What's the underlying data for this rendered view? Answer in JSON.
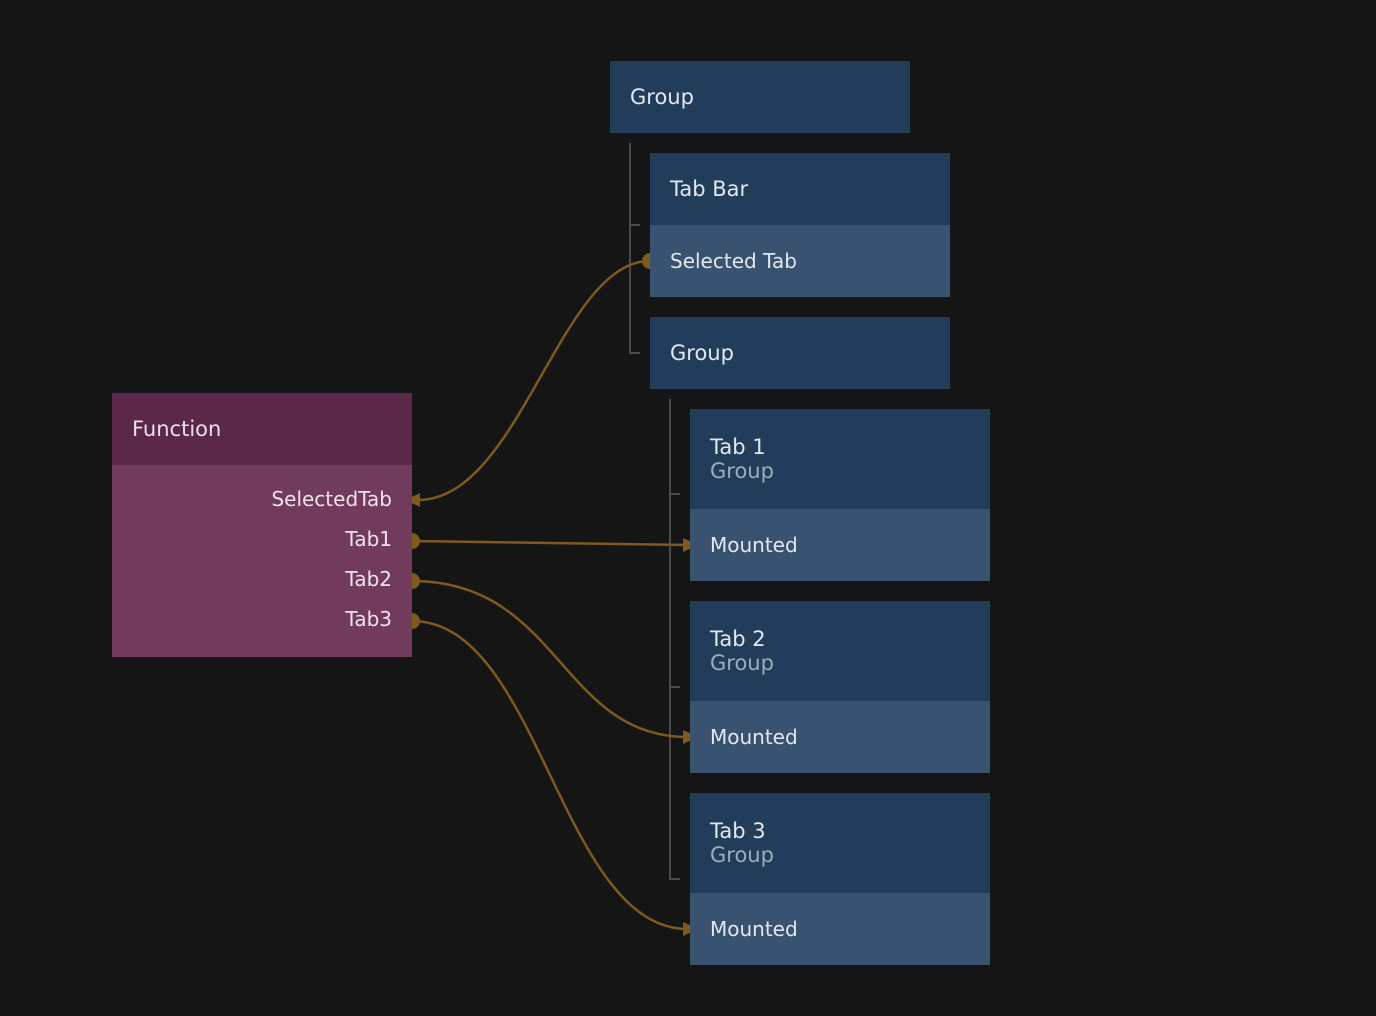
{
  "nodes": {
    "group_root": {
      "title": "Group"
    },
    "tab_bar": {
      "title": "Tab Bar",
      "port": "Selected Tab"
    },
    "group_inner": {
      "title": "Group"
    },
    "tab1": {
      "title": "Tab 1",
      "subtitle": "Group",
      "port": "Mounted"
    },
    "tab2": {
      "title": "Tab 2",
      "subtitle": "Group",
      "port": "Mounted"
    },
    "tab3": {
      "title": "Tab 3",
      "subtitle": "Group",
      "port": "Mounted"
    },
    "function": {
      "title": "Function",
      "ports": [
        "SelectedTab",
        "Tab1",
        "Tab2",
        "Tab3"
      ]
    }
  },
  "colors": {
    "background": "#151515",
    "visual_node_header": "#223d5a",
    "visual_node_port": "#38526f",
    "function_header": "#5b2849",
    "function_body": "#723b5e",
    "connection": "#7d5a1f"
  }
}
